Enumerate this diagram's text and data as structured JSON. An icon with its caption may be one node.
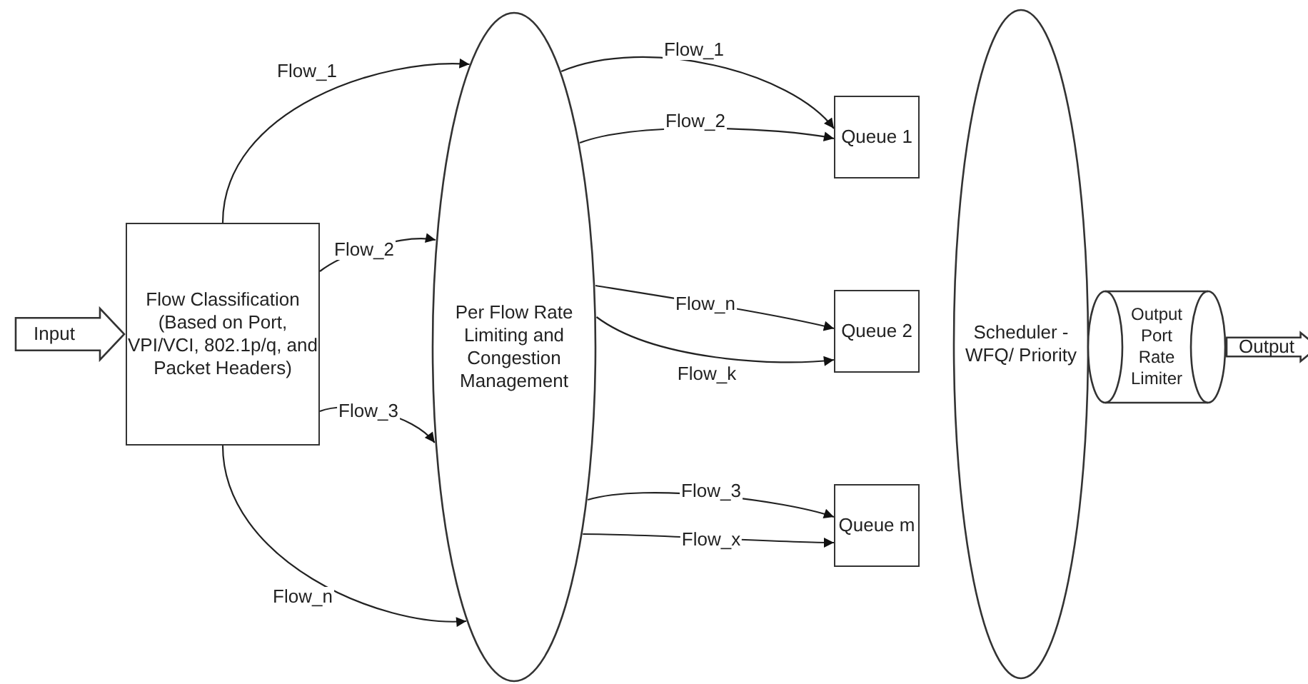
{
  "diagram": {
    "nodes": [
      {
        "text": [
          "Input"
        ]
      },
      {
        "text": [
          "Flow Classification (Based on Port, VPI/VCI, 802.1p/q, and Packet Headers)"
        ]
      },
      {
        "text": [
          "Per Flow Rate Limiting and Congestion Management"
        ]
      },
      {
        "text": [
          "Queue 1"
        ]
      },
      {
        "text": [
          "Queue 2"
        ]
      },
      {
        "text": [
          "Queue m"
        ]
      },
      {
        "text": [
          "Scheduler - WFQ/ Priority"
        ]
      },
      {
        "text": [
          "Output Port Rate Limiter"
        ]
      },
      {
        "text": [
          "Output"
        ]
      }
    ],
    "edges": [
      {
        "from": 1,
        "to": 2,
        "arrow": "to",
        "label": "Flow_1"
      },
      {
        "from": 1,
        "to": 2,
        "arrow": "to",
        "label": "Flow_2"
      },
      {
        "from": 1,
        "to": 2,
        "arrow": "to",
        "label": "Flow_3"
      },
      {
        "from": 1,
        "to": 2,
        "arrow": "to",
        "label": "Flow_n"
      },
      {
        "from": 2,
        "to": 3,
        "arrow": "to",
        "label": "Flow_1"
      },
      {
        "from": 2,
        "to": 3,
        "arrow": "to",
        "label": "Flow_2"
      },
      {
        "from": 2,
        "to": 4,
        "arrow": "to",
        "label": "Flow_n"
      },
      {
        "from": 2,
        "to": 4,
        "arrow": "to",
        "label": "Flow_k"
      },
      {
        "from": 2,
        "to": 5,
        "arrow": "to",
        "label": "Flow_3"
      },
      {
        "from": 2,
        "to": 5,
        "arrow": "to",
        "label": "Flow_x"
      }
    ]
  }
}
